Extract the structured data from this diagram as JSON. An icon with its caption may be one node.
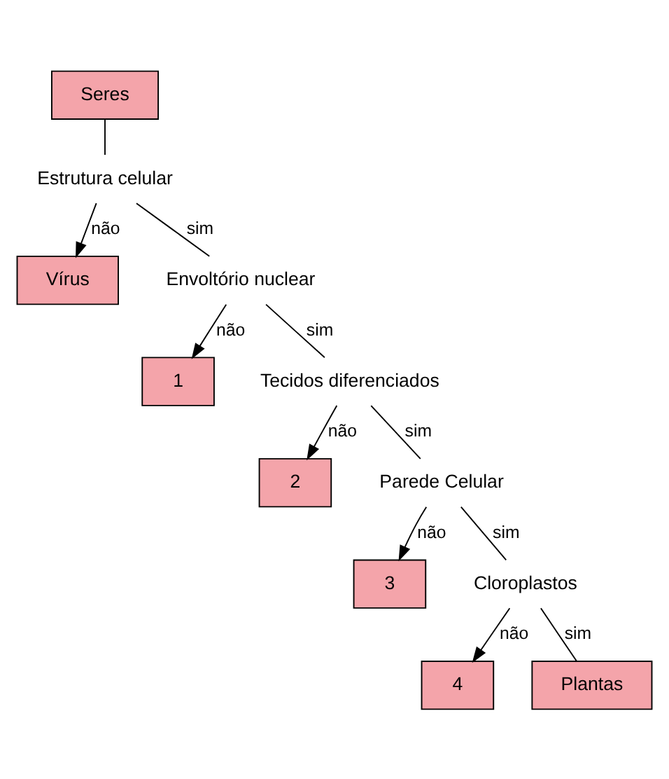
{
  "diagram": {
    "nodes": [
      {
        "text": [
          "Seres"
        ]
      },
      {
        "text": [
          "Estrutura celular"
        ]
      },
      {
        "text": [
          "Vírus"
        ]
      },
      {
        "text": [
          "Envoltório nuclear"
        ]
      },
      {
        "text": [
          "1"
        ]
      },
      {
        "text": [
          "Tecidos diferenciados"
        ]
      },
      {
        "text": [
          "2"
        ]
      },
      {
        "text": [
          "Parede Celular"
        ]
      },
      {
        "text": [
          "3"
        ]
      },
      {
        "text": [
          "Cloroplastos"
        ]
      },
      {
        "text": [
          "4"
        ]
      },
      {
        "text": [
          "Plantas"
        ]
      }
    ],
    "edges": [
      {
        "from": 0,
        "to": 1,
        "arrow": "none"
      },
      {
        "from": 1,
        "to": 2,
        "arrow": "to",
        "label": "não"
      },
      {
        "from": 1,
        "to": 3,
        "arrow": "none",
        "label": "sim"
      },
      {
        "from": 3,
        "to": 4,
        "arrow": "to",
        "label": "não"
      },
      {
        "from": 3,
        "to": 5,
        "arrow": "none",
        "label": "sim"
      },
      {
        "from": 5,
        "to": 6,
        "arrow": "to",
        "label": "não"
      },
      {
        "from": 5,
        "to": 7,
        "arrow": "none",
        "label": "sim"
      },
      {
        "from": 7,
        "to": 8,
        "arrow": "to",
        "label": "não"
      },
      {
        "from": 7,
        "to": 9,
        "arrow": "none",
        "label": "sim"
      },
      {
        "from": 9,
        "to": 10,
        "arrow": "to",
        "label": "não"
      },
      {
        "from": 9,
        "to": 11,
        "arrow": "none",
        "label": "sim"
      }
    ]
  }
}
